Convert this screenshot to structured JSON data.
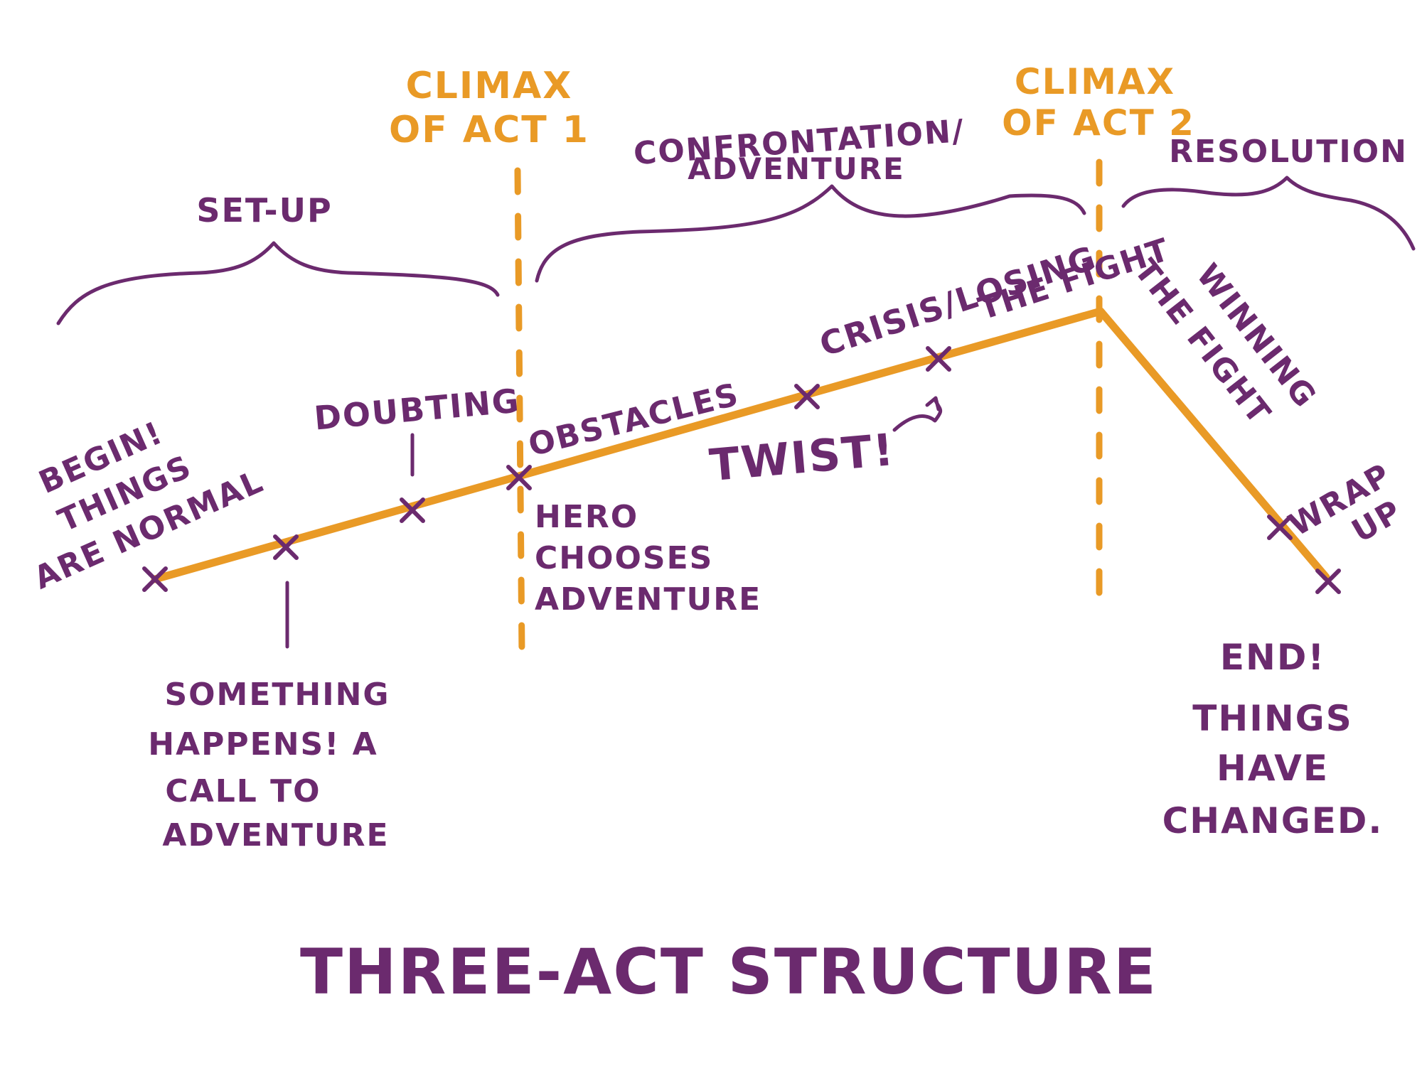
{
  "colors": {
    "purple": "#6b2a6e",
    "orange": "#e99a26",
    "background": "#ffffff"
  },
  "title": "THREE-ACT STRUCTURE",
  "climaxes": {
    "act1": [
      "CLIMAX",
      "OF ACT 1"
    ],
    "act2": [
      "CLIMAX",
      "OF ACT 2"
    ]
  },
  "sections": {
    "setup": "SET-UP",
    "confrontation": [
      "CONFRONTATION/",
      "ADVENTURE"
    ],
    "resolution": "RESOLUTION"
  },
  "points": {
    "begin": [
      "BEGIN!",
      "THINGS",
      "ARE NORMAL"
    ],
    "something_happens": [
      "SOMETHING",
      "HAPPENS! A",
      "CALL TO",
      "ADVENTURE"
    ],
    "doubting": "DOUBTING",
    "obstacles": "OBSTACLES",
    "hero_chooses": [
      "HERO",
      "CHOOSES",
      "ADVENTURE"
    ],
    "twist": "TWIST!",
    "crisis": [
      "CRISIS/LOSING",
      "THE FIGHT"
    ],
    "winning": [
      "WINNING",
      "THE FIGHT"
    ],
    "wrap_up": [
      "WRAP",
      "UP"
    ],
    "end": [
      "END!",
      "THINGS",
      "HAVE",
      "CHANGED."
    ]
  }
}
